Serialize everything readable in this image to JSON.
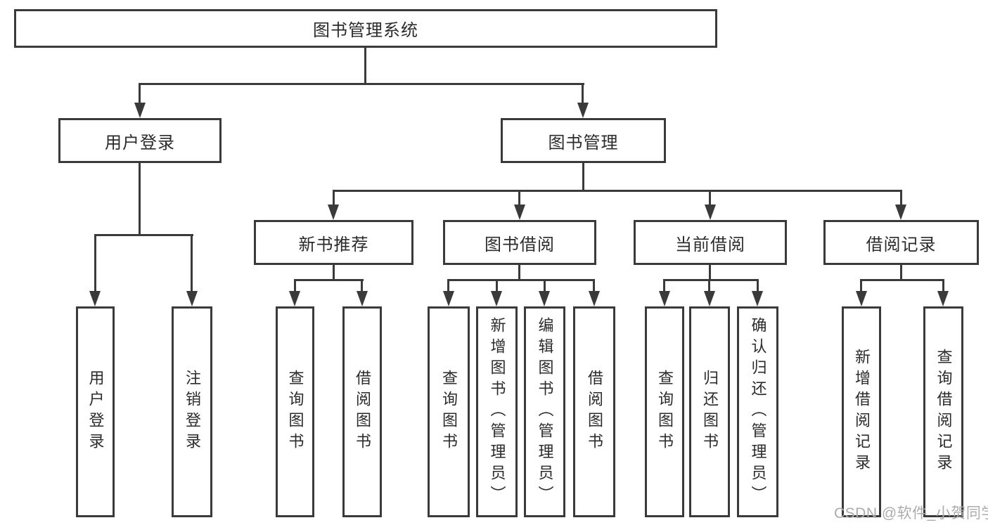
{
  "tree": {
    "root": {
      "label": "图书管理系统"
    },
    "branches": [
      {
        "label": "用户登录",
        "children": [
          {
            "label": "用户登录"
          },
          {
            "label": "注销登录"
          }
        ]
      },
      {
        "label": "图书管理",
        "children": [
          {
            "label": "新书推荐",
            "children": [
              {
                "label": "查询图书"
              },
              {
                "label": "借阅图书"
              }
            ]
          },
          {
            "label": "图书借阅",
            "children": [
              {
                "label": "查询图书"
              },
              {
                "label": "新增图书（管理员）"
              },
              {
                "label": "编辑图书（管理员）"
              },
              {
                "label": "借阅图书"
              }
            ]
          },
          {
            "label": "当前借阅",
            "children": [
              {
                "label": "查询图书"
              },
              {
                "label": "归还图书"
              },
              {
                "label": "确认归还（管理员）"
              }
            ]
          },
          {
            "label": "借阅记录",
            "children": [
              {
                "label": "新增借阅记录"
              },
              {
                "label": "查询借阅记录"
              }
            ]
          }
        ]
      }
    ]
  },
  "watermark": "CSDN @软件_小贺同学",
  "colors": {
    "line": "#3a3a3a",
    "text": "#2b2b2b",
    "watermark": "#acacac",
    "background": "#ffffff"
  }
}
